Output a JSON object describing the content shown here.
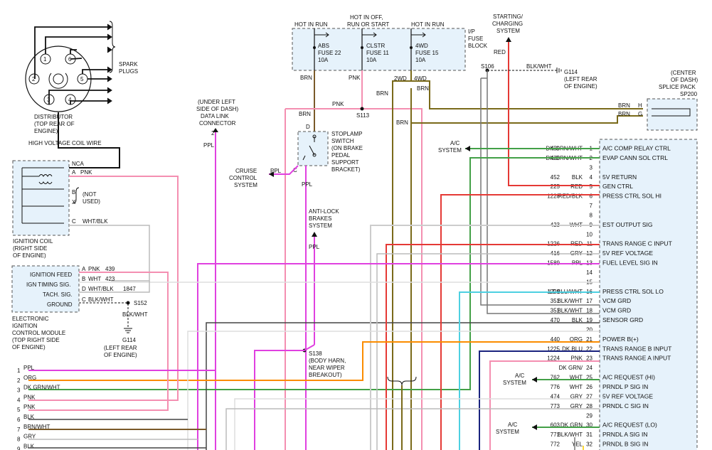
{
  "distributor": {
    "spark_plugs_label": [
      "SPARK",
      "PLUGS"
    ],
    "caption": [
      "DISTRIBUTOR",
      "(TOP REAR OF",
      "ENGINE)"
    ],
    "cylinders": [
      "1",
      "2",
      "3",
      "4",
      "5",
      "6"
    ]
  },
  "hv_wire_label": "HIGH VOLTAGE COIL WIRE",
  "ignition_coil": {
    "caption": [
      "IGNITION COIL",
      "(RIGHT SIDE",
      "OF ENGINE)"
    ],
    "nca": "NCA",
    "pins": [
      {
        "pin": "A",
        "wire": "PNK"
      },
      {
        "pin": "B",
        "wire": ""
      },
      {
        "pin": "X",
        "wire": ""
      },
      {
        "pin": "C",
        "wire": "WHT/BLK"
      }
    ],
    "not_used": [
      "(NOT",
      "USED)"
    ]
  },
  "icm": {
    "labels": [
      "IGNITION FEED",
      "IGN TIMING SIG.",
      "TACH. SIG.",
      "GROUND"
    ],
    "pins": [
      {
        "pin": "A",
        "wire": "PNK",
        "circuit": "439"
      },
      {
        "pin": "B",
        "wire": "WHT",
        "circuit": "423"
      },
      {
        "pin": "D",
        "wire": "WHT/BLK",
        "circuit": "1847"
      },
      {
        "pin": "C",
        "wire": "BLK/WHT",
        "circuit": ""
      }
    ],
    "caption": [
      "ELECTRONIC",
      "IGNITION",
      "CONTROL MODULE",
      "(TOP RIGHT SIDE",
      "OF ENGINE)"
    ]
  },
  "s152": "S152",
  "g114_left": {
    "wire": "BLK/WHT",
    "label": [
      "G114",
      "(LEFT REAR",
      "OF ENGINE)"
    ]
  },
  "dlc": {
    "caption": [
      "(UNDER LEFT",
      "SIDE OF DASH)",
      "DATA LINK",
      "CONNECTOR"
    ],
    "pin": "2",
    "wire": "PPL"
  },
  "fuse_block": {
    "headers": [
      "HOT IN RUN",
      "HOT IN OFF,",
      "RUN OR START",
      "HOT IN RUN"
    ],
    "label": [
      "I/P",
      "FUSE",
      "BLOCK"
    ],
    "fuses": [
      {
        "name": "ABS",
        "fuse": "FUSE 22",
        "amps": "10A",
        "wire": "BRN"
      },
      {
        "name": "CLSTR",
        "fuse": "FUSE 11",
        "amps": "10A",
        "wire": "PNK"
      },
      {
        "name": "4WD",
        "fuse": "FUSE 15",
        "amps": "10A",
        "wire": ""
      }
    ]
  },
  "starting_charging": {
    "label": [
      "STARTING/",
      "CHARGING",
      "SYSTEM"
    ],
    "wire": "RED"
  },
  "s106": {
    "label": "S106",
    "wire": "BLK/WHT",
    "ground": [
      "G114",
      "(LEFT REAR",
      "OF ENGINE)"
    ]
  },
  "splice_pack": {
    "label": [
      "(CENTER",
      "OF DASH)",
      "SPLICE PACK",
      "SP200"
    ],
    "rows": [
      {
        "wire": "BRN",
        "pin": "H"
      },
      {
        "wire": "BRN",
        "pin": "G"
      }
    ]
  },
  "wd_labels": [
    "2WD",
    "4WD"
  ],
  "misc": {
    "brn_a": "BRN",
    "brn_b": "BRN",
    "brn_c": "BRN",
    "brn_d": "BRN",
    "pnk_a": "PNK",
    "s113": "S113",
    "ppl_a": "PPL",
    "ppl_b": "PPL",
    "ppl_c": "PPL"
  },
  "stoplamp": {
    "label": [
      "STOPLAMP",
      "SWITCH",
      "(ON BRAKE",
      "PEDAL",
      "SUPPORT",
      "BRACKET)"
    ],
    "pin_d": "D",
    "pin_c": "C"
  },
  "cruise": {
    "label": [
      "CRUISE",
      "CONTROL",
      "SYSTEM"
    ]
  },
  "abs_system": {
    "label": [
      "ANTI-LOCK",
      "BRAKES",
      "SYSTEM"
    ]
  },
  "s138": {
    "label": [
      "S138",
      "(BODY HARN,",
      "NEAR WIPER",
      "BREAKOUT)"
    ]
  },
  "ac_system": {
    "label": [
      "A/C",
      "SYSTEM"
    ]
  },
  "ac_system2": {
    "label": [
      "A/C",
      "SYSTEM"
    ]
  },
  "ac_system3": {
    "label": [
      "A/C",
      "SYSTEM"
    ]
  },
  "left_connector": [
    {
      "pin": "1",
      "wire": "PPL"
    },
    {
      "pin": "2",
      "wire": "ORG"
    },
    {
      "pin": "3",
      "wire": "DK GRN/WHT"
    },
    {
      "pin": "4",
      "wire": "PNK"
    },
    {
      "pin": "5",
      "wire": "PNK"
    },
    {
      "pin": "6",
      "wire": "BLK"
    },
    {
      "pin": "7",
      "wire": "BRN/WHT"
    },
    {
      "pin": "8",
      "wire": "GRY"
    },
    {
      "pin": "9",
      "wire": "BLK"
    }
  ],
  "vcm_pins": [
    {
      "pin": "1",
      "circuit": "459",
      "wire": "DK GRN/WHT",
      "label": "A/C COMP RELAY CTRL"
    },
    {
      "pin": "2",
      "circuit": "428",
      "wire": "DK GRN/WHT",
      "label": "EVAP CANN SOL CTRL"
    },
    {
      "pin": "3",
      "circuit": "",
      "wire": "",
      "label": ""
    },
    {
      "pin": "4",
      "circuit": "452",
      "wire": "BLK",
      "label": "5V RETURN"
    },
    {
      "pin": "5",
      "circuit": "225",
      "wire": "RED",
      "label": "GEN CTRL"
    },
    {
      "pin": "6",
      "circuit": "1228",
      "wire": "RED/BLK",
      "label": "PRESS CTRL SOL HI"
    },
    {
      "pin": "7",
      "circuit": "",
      "wire": "",
      "label": ""
    },
    {
      "pin": "8",
      "circuit": "",
      "wire": "",
      "label": ""
    },
    {
      "pin": "9",
      "circuit": "423",
      "wire": "WHT",
      "label": "EST OUTPUT SIG"
    },
    {
      "pin": "10",
      "circuit": "",
      "wire": "",
      "label": ""
    },
    {
      "pin": "11",
      "circuit": "1226",
      "wire": "RED",
      "label": "TRANS RANGE C INPUT"
    },
    {
      "pin": "12",
      "circuit": "416",
      "wire": "GRY",
      "label": "5V REF VOLTAGE"
    },
    {
      "pin": "13",
      "circuit": "1589",
      "wire": "PPL",
      "label": "FUEL LEVEL SIG IN"
    },
    {
      "pin": "14",
      "circuit": "",
      "wire": "",
      "label": ""
    },
    {
      "pin": "15",
      "circuit": "",
      "wire": "",
      "label": ""
    },
    {
      "pin": "16",
      "circuit": "1229",
      "wire": "LT BLU/WHT",
      "label": "PRESS CTRL SOL LO"
    },
    {
      "pin": "17",
      "circuit": "351",
      "wire": "BLK/WHT",
      "label": "VCM GRD"
    },
    {
      "pin": "18",
      "circuit": "351",
      "wire": "BLK/WHT",
      "label": "VCM GRD"
    },
    {
      "pin": "19",
      "circuit": "470",
      "wire": "BLK",
      "label": "SENSOR GRD"
    },
    {
      "pin": "20",
      "circuit": "",
      "wire": "",
      "label": ""
    },
    {
      "pin": "21",
      "circuit": "440",
      "wire": "ORG",
      "label": "POWER B(+)"
    },
    {
      "pin": "22",
      "circuit": "1225",
      "wire": "DK BLU",
      "label": "TRANS RANGE B INPUT"
    },
    {
      "pin": "23",
      "circuit": "1224",
      "wire": "PNK",
      "label": "TRANS RANGE A INPUT"
    },
    {
      "pin": "24",
      "circuit": "",
      "wire": "DK GRN/",
      "label": ""
    },
    {
      "pin": "25",
      "circuit": "762",
      "wire": "WHT",
      "label": "A/C REQUEST (HI)"
    },
    {
      "pin": "26",
      "circuit": "776",
      "wire": "WHT",
      "label": "PRNDL P SIG IN"
    },
    {
      "pin": "27",
      "circuit": "474",
      "wire": "GRY",
      "label": "5V REF VOLTAGE"
    },
    {
      "pin": "28",
      "circuit": "773",
      "wire": "GRY",
      "label": "PRNDL C SIG IN"
    },
    {
      "pin": "29",
      "circuit": "",
      "wire": "",
      "label": ""
    },
    {
      "pin": "30",
      "circuit": "603",
      "wire": "DK GRN",
      "label": "A/C REQUEST (LO)"
    },
    {
      "pin": "31",
      "circuit": "771",
      "wire": "BLK/WHT",
      "label": "PRNDL A SIG IN"
    },
    {
      "pin": "32",
      "circuit": "772",
      "wire": "YEL",
      "label": "PRNDL B SIG IN"
    }
  ]
}
